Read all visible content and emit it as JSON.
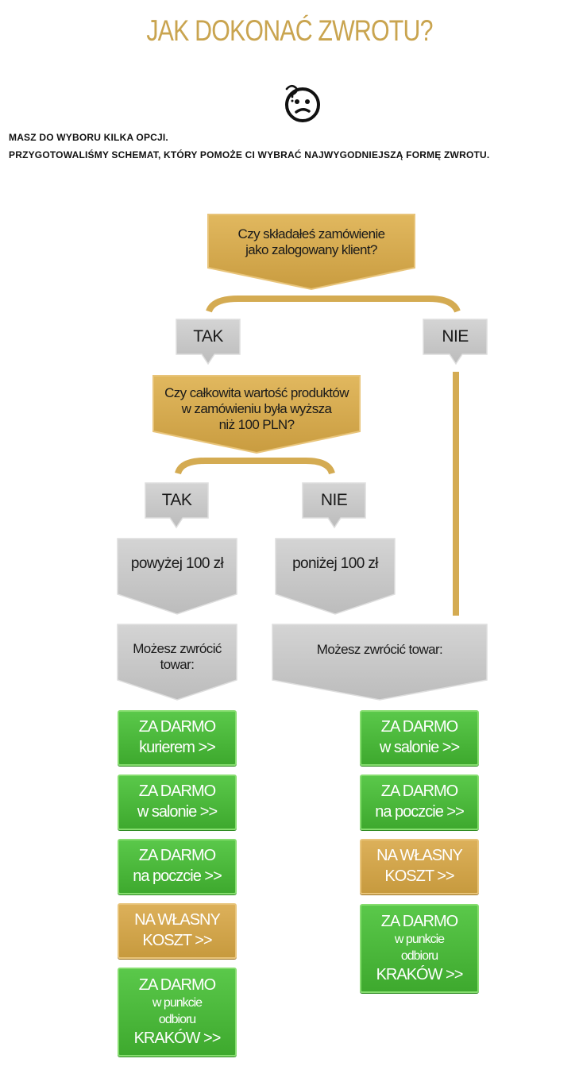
{
  "page": {
    "title": "JAK DOKONAĆ ZWROTU?",
    "intro_line1": "MASZ DO WYBORU KILKA OPCJI.",
    "intro_line2": "PRZYGOTOWALIŚMY SCHEMAT, KTÓRY POMOŻE CI WYBRAĆ NAJWYGODNIEJSZĄ FORMĘ ZWROTU.",
    "icon": "thinking-face-icon"
  },
  "colors": {
    "gold": "#d4ab52",
    "gray": "#c9c9c9",
    "green": "#4cba3c",
    "title": "#c9a44f"
  },
  "flow": {
    "q1": {
      "line1": "Czy składałeś zamówienie",
      "line2": "jako zalogowany klient?"
    },
    "q1_yes": "TAK",
    "q1_no": "NIE",
    "q2": {
      "line1": "Czy całkowita wartość produktów",
      "line2": "w zamówieniu była wyższa",
      "line3": "niż 100 PLN?"
    },
    "q2_yes": "TAK",
    "q2_no": "NIE",
    "above_100": "powyżej 100 zł",
    "below_100": "poniżej 100 zł",
    "left_return": {
      "line1": "Możesz zwrócić",
      "line2": "towar:"
    },
    "right_return": "Możesz zwrócić towar:"
  },
  "left_options": [
    {
      "line1": "ZA DARMO",
      "line2": "kurierem >>"
    },
    {
      "line1": "ZA DARMO",
      "line2": "w salonie >>"
    },
    {
      "line1": "ZA DARMO",
      "line2": "na poczcie >>"
    },
    {
      "line1": "NA WŁASNY",
      "line2": "KOSZT >>"
    },
    {
      "line1": "ZA DARMO",
      "line2": "w punkcie",
      "line3": "odbioru",
      "line4": "KRAKÓW >>"
    }
  ],
  "right_options": [
    {
      "line1": "ZA DARMO",
      "line2": "w salonie >>"
    },
    {
      "line1": "ZA DARMO",
      "line2": "na poczcie >>"
    },
    {
      "line1": "NA WŁASNY",
      "line2": "KOSZT >>"
    },
    {
      "line1": "ZA DARMO",
      "line2": "w punkcie",
      "line3": "odbioru",
      "line4": "KRAKÓW >>"
    }
  ]
}
